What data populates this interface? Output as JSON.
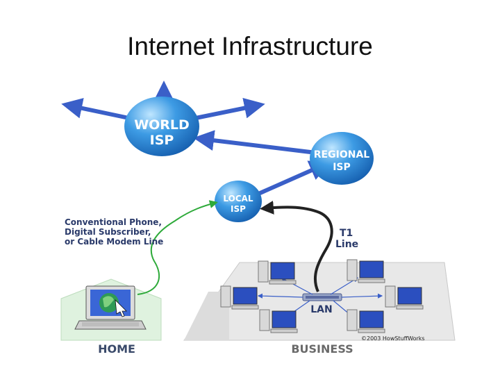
{
  "title": "Internet Infrastructure",
  "nodes": {
    "world_isp": [
      "WORLD",
      "ISP"
    ],
    "regional_isp": [
      "REGIONAL",
      "ISP"
    ],
    "local_isp": [
      "LOCAL",
      "ISP"
    ],
    "lan": "LAN"
  },
  "connections": {
    "home_line": [
      "Conventional Phone,",
      "Digital Subscriber,",
      "or Cable Modem Line"
    ],
    "t1_line": [
      "T1",
      "Line"
    ]
  },
  "areas": {
    "home": "HOME",
    "business": "BUSINESS"
  },
  "credit": "©2003 HowStuffWorks",
  "colors": {
    "isp_blue": "#2b7fd0",
    "arrow_blue": "#3a5fc8",
    "home_line_green": "#2eaa3a",
    "t1_line_dark": "#222222",
    "label_navy": "#2a3a6a",
    "home_bg": "#dff2df",
    "business_bg": "#e6e6e6"
  }
}
